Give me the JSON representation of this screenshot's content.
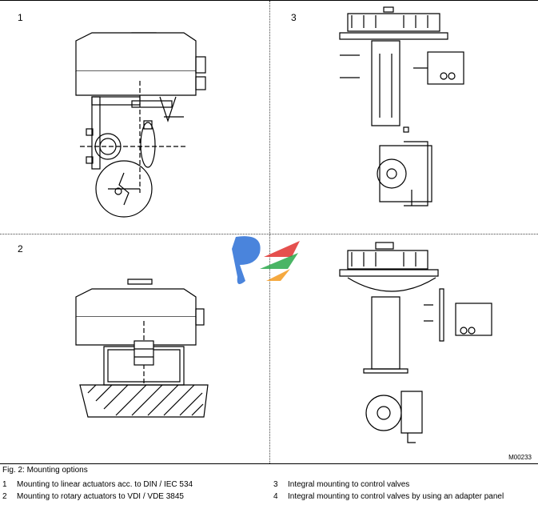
{
  "panels": [
    {
      "number": "1"
    },
    {
      "number": "3"
    },
    {
      "number": "2"
    },
    {
      "number": ""
    }
  ],
  "drawing_code": "M00233",
  "caption": "Fig. 2: Mounting options",
  "items": [
    {
      "num": "1",
      "text": "Mounting to linear actuators acc. to DIN / IEC 534"
    },
    {
      "num": "2",
      "text": "Mounting to rotary actuators to VDI / VDE 3845"
    },
    {
      "num": "3",
      "text": "Integral mounting to control valves"
    },
    {
      "num": "4",
      "text": "Integral mounting to control valves by using an adapter panel"
    }
  ],
  "colors": {
    "line": "#000000",
    "logo_blue": "#2a6fd6",
    "logo_red": "#e0312f",
    "logo_green": "#2aa84a",
    "logo_orange": "#f39a1e"
  }
}
